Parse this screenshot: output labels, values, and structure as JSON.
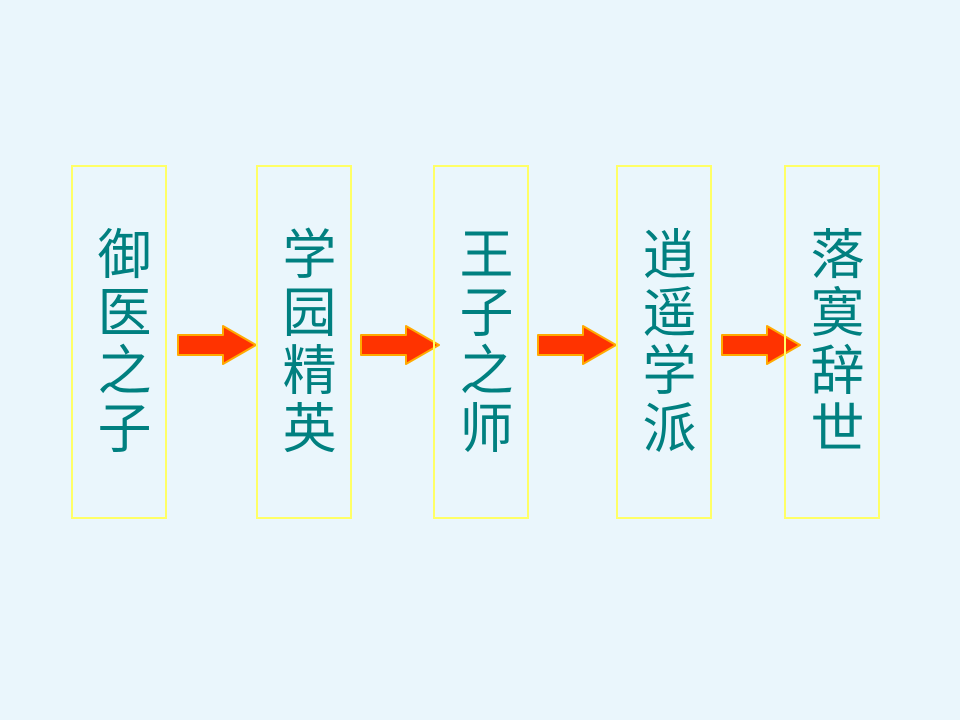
{
  "diagram": {
    "stages": [
      {
        "label": "御医之子"
      },
      {
        "label": "学园精英"
      },
      {
        "label": "王子之师"
      },
      {
        "label": "逍遥学派"
      },
      {
        "label": "落寞辞世"
      }
    ]
  },
  "colors": {
    "background": "#eaf6fc",
    "box_border": "#ffff66",
    "text": "#008080",
    "arrow_fill": "#ff3300",
    "arrow_stroke": "#ffaa00"
  }
}
